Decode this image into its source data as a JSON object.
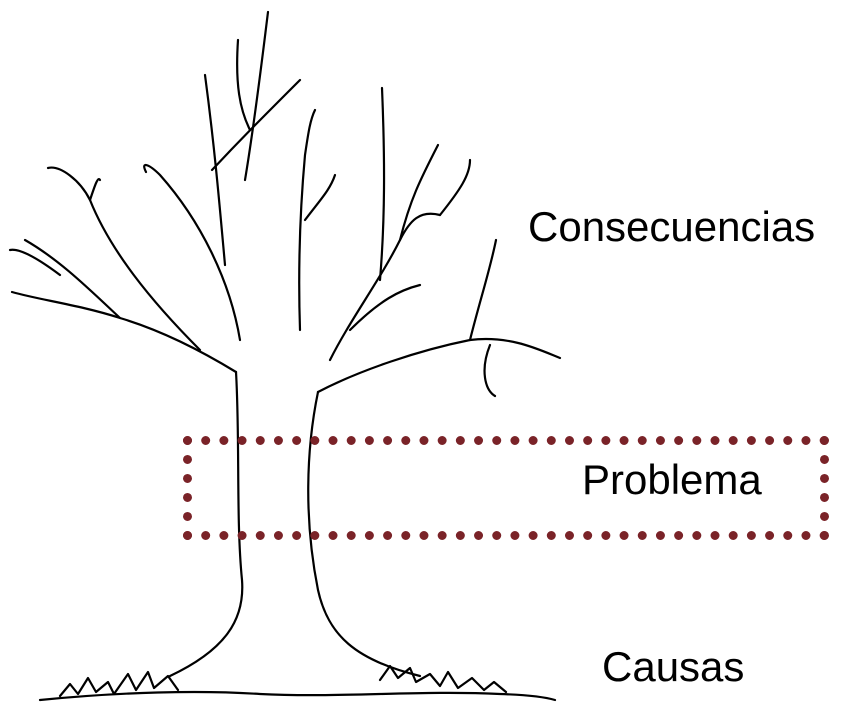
{
  "labels": {
    "consequences": "Consecuencias",
    "problem": "Problema",
    "causes": "Causas"
  },
  "colors": {
    "problem_box": "#7a2328",
    "tree_outline": "#000000",
    "background": "#ffffff"
  }
}
